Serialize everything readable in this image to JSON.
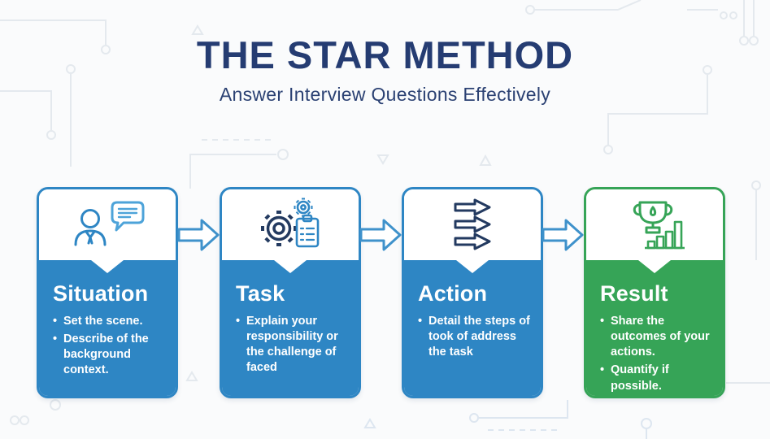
{
  "page": {
    "background": "#fafbfc"
  },
  "header": {
    "title": "THE STAR METHOD",
    "subtitle": "Answer Interview Questions Effectively",
    "title_color": "#253c72"
  },
  "colors": {
    "card_blue": "#2e86c4",
    "card_green": "#36a457",
    "icon_navy": "#233a60",
    "icon_blue": "#2e86c4",
    "icon_light_blue": "#4da3d9",
    "icon_green": "#36a457",
    "flow_arrow_blue": "#3f92cb",
    "decoration_gray": "#e4e9ee"
  },
  "cards": [
    {
      "title": "Situation",
      "icon": "person-speech-bubble-icon",
      "theme": "blue",
      "bullets": [
        "Set the scene.",
        "Describe of the background context."
      ]
    },
    {
      "title": "Task",
      "icon": "gears-checklist-icon",
      "theme": "blue",
      "bullets": [
        "Explain your responsibility or the challenge of faced"
      ]
    },
    {
      "title": "Action",
      "icon": "process-arrows-icon",
      "theme": "blue",
      "bullets": [
        "Detail the steps of took of address the task"
      ]
    },
    {
      "title": "Result",
      "icon": "trophy-growth-chart-icon",
      "theme": "green",
      "bullets": [
        "Share the outcomes of your actions.",
        "Quantify if possible."
      ]
    }
  ],
  "connectors": [
    {
      "icon": "flow-arrow-icon"
    },
    {
      "icon": "flow-arrow-icon"
    },
    {
      "icon": "flow-arrow-icon"
    }
  ]
}
